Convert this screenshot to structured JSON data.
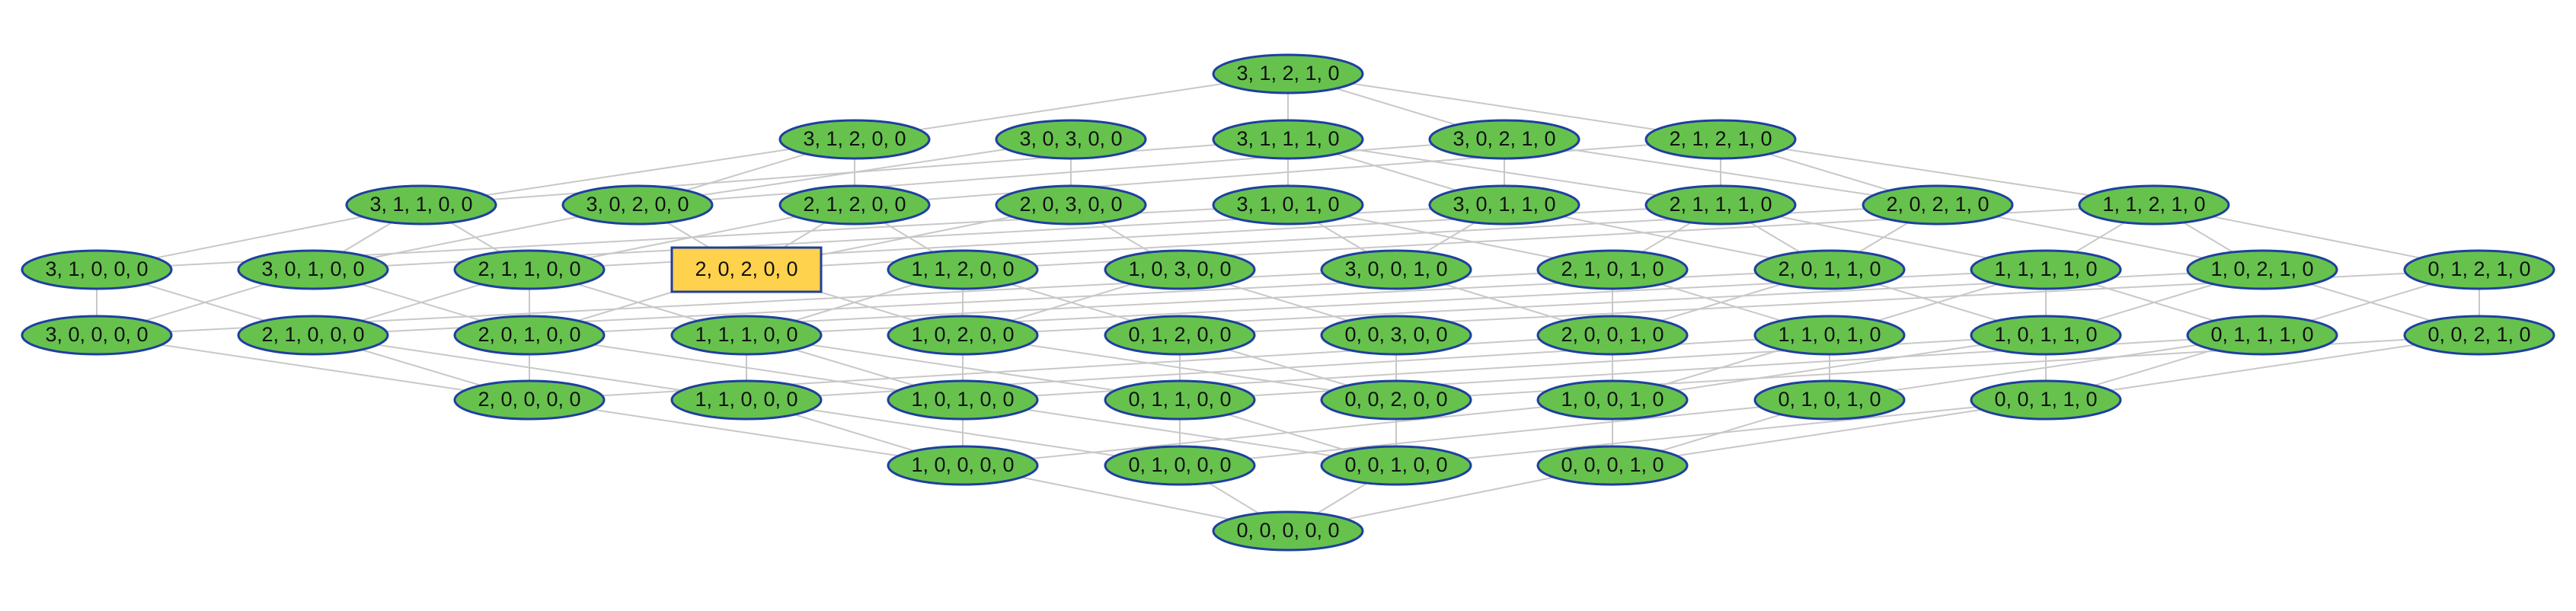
{
  "diagram": {
    "highlighted_node": "2, 0, 2, 0, 0",
    "colors": {
      "node_fill": "#66c24d",
      "node_border": "#1f3f9e",
      "highlight_fill": "#ffd24d",
      "edge": "#c8c8c8"
    },
    "nodes": [
      "3, 1, 2, 1, 0",
      "3, 1, 2, 0, 0",
      "3, 0, 3, 0, 0",
      "3, 1, 1, 1, 0",
      "3, 0, 2, 1, 0",
      "2, 1, 2, 1, 0",
      "3, 1, 1, 0, 0",
      "3, 0, 2, 0, 0",
      "2, 1, 2, 0, 0",
      "2, 0, 3, 0, 0",
      "3, 1, 0, 1, 0",
      "3, 0, 1, 1, 0",
      "2, 1, 1, 1, 0",
      "2, 0, 2, 1, 0",
      "1, 1, 2, 1, 0",
      "3, 1, 0, 0, 0",
      "3, 0, 1, 0, 0",
      "2, 1, 1, 0, 0",
      "2, 0, 2, 0, 0",
      "1, 1, 2, 0, 0",
      "1, 0, 3, 0, 0",
      "3, 0, 0, 1, 0",
      "2, 1, 0, 1, 0",
      "2, 0, 1, 1, 0",
      "1, 1, 1, 1, 0",
      "1, 0, 2, 1, 0",
      "0, 1, 2, 1, 0",
      "3, 0, 0, 0, 0",
      "2, 1, 0, 0, 0",
      "2, 0, 1, 0, 0",
      "1, 1, 1, 0, 0",
      "1, 0, 2, 0, 0",
      "0, 1, 2, 0, 0",
      "0, 0, 3, 0, 0",
      "2, 0, 0, 1, 0",
      "1, 1, 0, 1, 0",
      "1, 0, 1, 1, 0",
      "0, 1, 1, 1, 0",
      "0, 0, 2, 1, 0",
      "2, 0, 0, 0, 0",
      "1, 1, 0, 0, 0",
      "1, 0, 1, 0, 0",
      "0, 1, 1, 0, 0",
      "0, 0, 2, 0, 0",
      "1, 0, 0, 1, 0",
      "0, 1, 0, 1, 0",
      "0, 0, 1, 1, 0",
      "1, 0, 0, 0, 0",
      "0, 1, 0, 0, 0",
      "0, 0, 1, 0, 0",
      "0, 0, 0, 1, 0",
      "0, 0, 0, 0, 0"
    ]
  }
}
